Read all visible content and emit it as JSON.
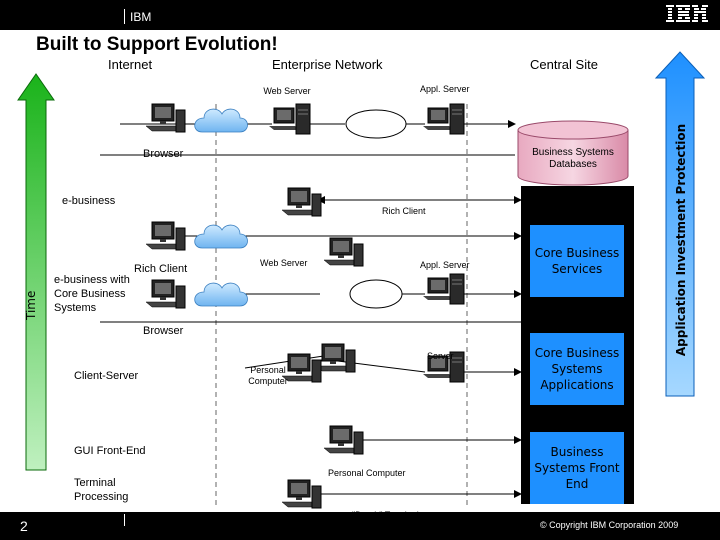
{
  "header": {
    "brand": "IBM",
    "logo": "IBM"
  },
  "title": "Built to Support Evolution!",
  "columns": {
    "internet": "Internet",
    "enterprise": "Enterprise Network",
    "central": "Central Site"
  },
  "time_label": "Time",
  "app_protection_label": "Application Investment Protection",
  "eras": {
    "ebusiness": "e-business",
    "ebusiness_core": "e-business with Core Business Systems",
    "client_server": "Client-Server",
    "gui_front_end": "GUI Front-End",
    "terminal": "Terminal Processing"
  },
  "nodes": {
    "web_server_1": "Web Server",
    "appl_server_1": "Appl. Server",
    "browser_1": "Browser",
    "rich_client_1": "Rich Client",
    "rich_client_2": "Rich Client",
    "web_server_2": "Web Server",
    "appl_server_2": "Appl. Server",
    "browser_2": "Browser",
    "server": "Server",
    "personal_computer_1": "Personal Computer",
    "personal_computer_2": "Personal Computer",
    "dumb_terminal": "\"Dumb\" Terminal"
  },
  "central": {
    "databases": "Business Systems Databases",
    "core_services": "Core Business Services",
    "core_apps": "Core Business Systems Applications",
    "front_end": "Business Systems Front End"
  },
  "footer": {
    "page": "2",
    "copyright": "© Copyright IBM Corporation 2009"
  }
}
